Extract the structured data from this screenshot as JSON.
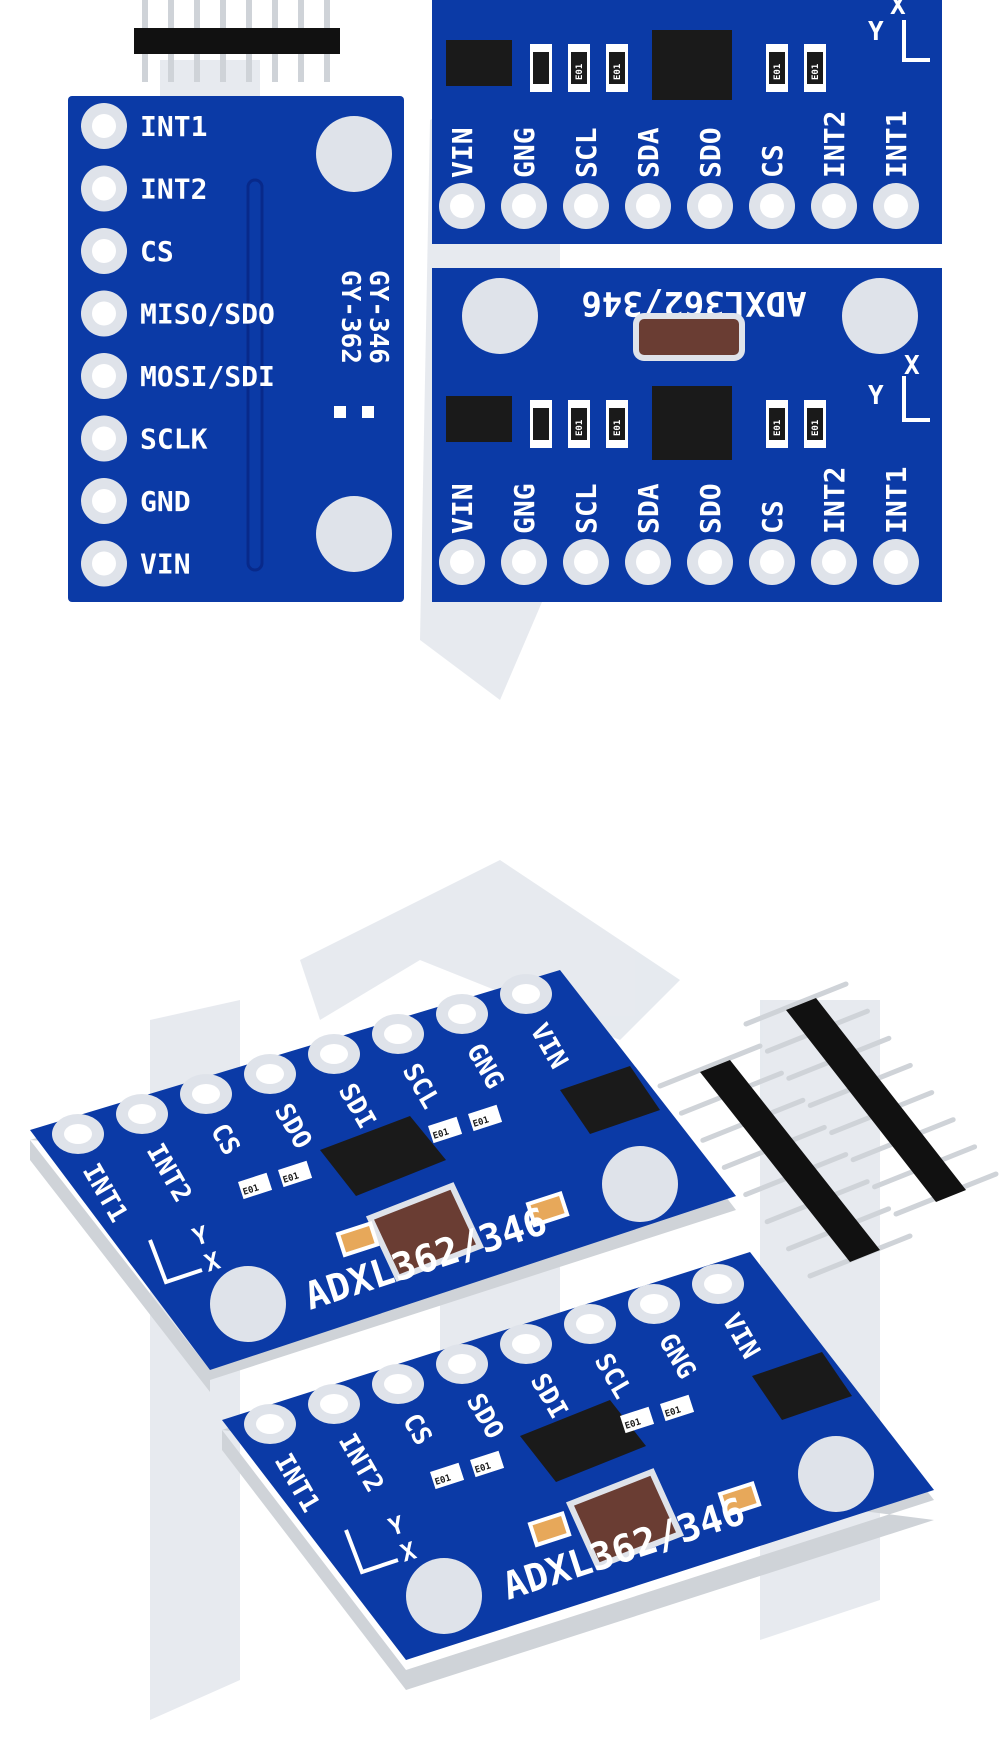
{
  "colors": {
    "pcb_blue": "#0b3aa6",
    "pcb_blue_dark": "#08298a",
    "pad_silver": "#dfe3ea",
    "silkscreen": "#ffffff",
    "pcb_edge": "#cfd3d8",
    "watermark": "#c9d1dc",
    "header_black": "#111111",
    "capacitor": "#6a3d33",
    "chip": "#1a1a1a"
  },
  "vertical_board": {
    "module_codes": [
      "GY-362",
      "GY-346"
    ],
    "pins": [
      "INT1",
      "INT2",
      "CS",
      "MISO/SDO",
      "MOSI/SDI",
      "SCLK",
      "GND",
      "VIN"
    ]
  },
  "top_right_board": {
    "pins": [
      "VIN",
      "GNG",
      "SCL",
      "SDA",
      "SDO",
      "CS",
      "INT2",
      "INT1"
    ],
    "axis_labels": [
      "Y",
      "X"
    ],
    "part_marks": [
      "E01",
      "E01",
      "E01",
      "E01"
    ]
  },
  "middle_right_board": {
    "title": "ADXL362/346",
    "pins": [
      "VIN",
      "GNG",
      "SCL",
      "SDA",
      "SDO",
      "CS",
      "INT2",
      "INT1"
    ],
    "axis_labels": [
      "Y",
      "X"
    ],
    "part_marks": [
      "E01",
      "E01",
      "E01",
      "E01"
    ]
  },
  "iso_board_1": {
    "title": "ADXL362/346",
    "pins": [
      "INT1",
      "INT2",
      "CS",
      "SDO",
      "SDI",
      "SCL",
      "GNG",
      "VIN"
    ],
    "axis_labels": [
      "Y",
      "X"
    ],
    "part_marks": [
      "E01",
      "E01",
      "E01",
      "E01"
    ]
  },
  "iso_board_2": {
    "title": "ADXL362/346",
    "pins": [
      "INT1",
      "INT2",
      "CS",
      "SDO",
      "SDI",
      "SCL",
      "GNG",
      "VIN"
    ],
    "axis_labels": [
      "Y",
      "X"
    ],
    "part_marks": [
      "E01",
      "E01",
      "E01",
      "E01"
    ]
  }
}
